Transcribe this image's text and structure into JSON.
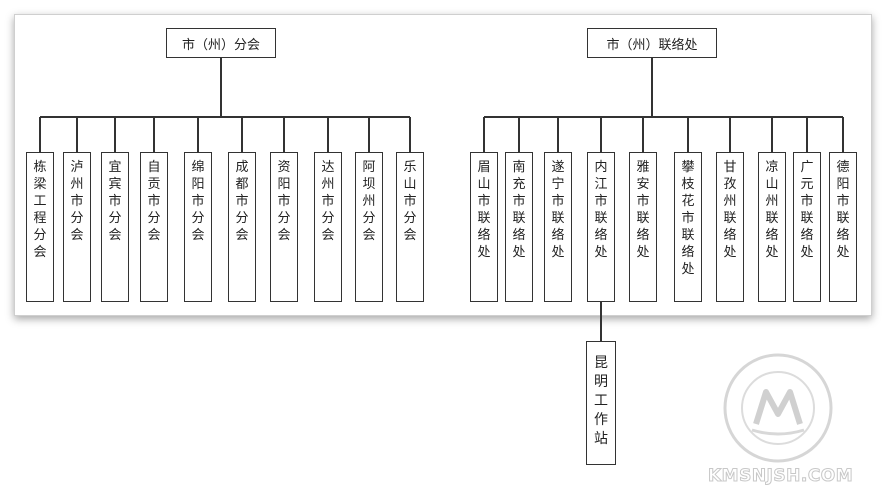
{
  "left_group": {
    "title": "市（州）分会",
    "children": [
      "栋梁工程分会",
      "泸州市分会",
      "宜宾市分会",
      "自贡市分会",
      "绵阳市分会",
      "成都市分会",
      "资阳市分会",
      "达州市分会",
      "阿坝州分会",
      "乐山市分会"
    ]
  },
  "right_group": {
    "title": "市（州）联络处",
    "children": [
      "眉山市联络处",
      "南充市联络处",
      "遂宁市联络处",
      "内江市联络处",
      "雅安市联络处",
      "攀枝花市联络处",
      "甘孜州联络处",
      "凉山州联络处",
      "广元市联络处",
      "德阳市联络处"
    ]
  },
  "sub_station": {
    "label": "昆明工作站",
    "parent_index": 3
  },
  "watermark": {
    "text": "KMSNJSH.COM",
    "icon": "association-seal-icon"
  },
  "colors": {
    "line": "#333333",
    "panel_border": "#cfcfcf",
    "watermark": "#c8c8c8"
  }
}
